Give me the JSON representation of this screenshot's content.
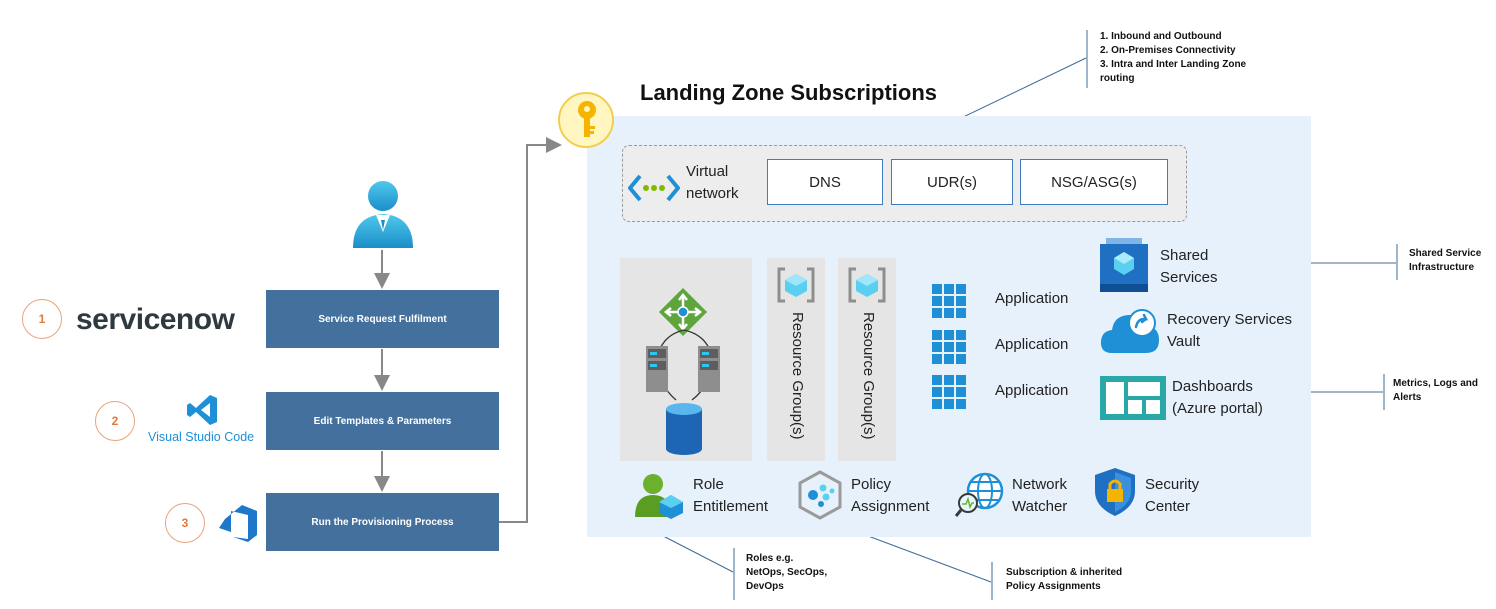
{
  "steps": [
    {
      "number": "1",
      "label": "Service Request Fulfilment",
      "tool": "servicenow"
    },
    {
      "number": "2",
      "label": "Edit Templates & Parameters",
      "tool": "Visual Studio Code"
    },
    {
      "number": "3",
      "label": "Run the Provisioning Process",
      "tool": ""
    }
  ],
  "landing_zone": {
    "title": "Landing Zone Subscriptions",
    "vnet": {
      "line1": "Virtual",
      "line2": "network"
    },
    "network_boxes": [
      "DNS",
      "UDR(s)",
      "NSG/ASG(s)"
    ],
    "resource_groups": [
      "Resource Group(s)",
      "Resource Group(s)"
    ],
    "applications": [
      "Application",
      "Application",
      "Application"
    ],
    "services": [
      {
        "line1": "Shared",
        "line2": "Services"
      },
      {
        "line1": "Recovery Services",
        "line2": "Vault"
      },
      {
        "line1": "Dashboards",
        "line2": "(Azure portal)"
      }
    ],
    "governance": [
      {
        "line1": "Role",
        "line2": "Entitlement"
      },
      {
        "line1": "Policy",
        "line2": "Assignment"
      },
      {
        "line1": "Network",
        "line2": "Watcher"
      },
      {
        "line1": "Security",
        "line2": "Center"
      }
    ]
  },
  "callouts": {
    "network": [
      "1. Inbound and Outbound",
      "2. On-Premises Connectivity",
      "3. Intra and Inter Landing Zone",
      "routing"
    ],
    "shared": [
      "Shared Service",
      "Infrastructure"
    ],
    "dashboards": [
      "Metrics, Logs and",
      "Alerts"
    ],
    "roles": [
      "Roles e.g.",
      "NetOps, SecOps,",
      "DevOps"
    ],
    "policy": [
      "Subscription & inherited",
      "Policy Assignments"
    ]
  },
  "colors": {
    "step_box": "#44709d",
    "panel": "#e7f1fb",
    "step_circle": "#e9a47c",
    "azure_blue": "#1f8fd6",
    "connector": "#888888",
    "callout_line": "#3e6b96"
  },
  "icons": [
    "user-icon",
    "servicenow-logo",
    "vscode-icon",
    "azure-devops-icon",
    "key-icon",
    "virtual-network-icon",
    "load-balancer-icon",
    "server-icon",
    "database-icon",
    "resource-group-icon",
    "app-grid-icon",
    "shared-services-icon",
    "cloud-vault-icon",
    "dashboard-icon",
    "role-user-icon",
    "policy-icon",
    "network-watcher-icon",
    "security-shield-icon"
  ]
}
